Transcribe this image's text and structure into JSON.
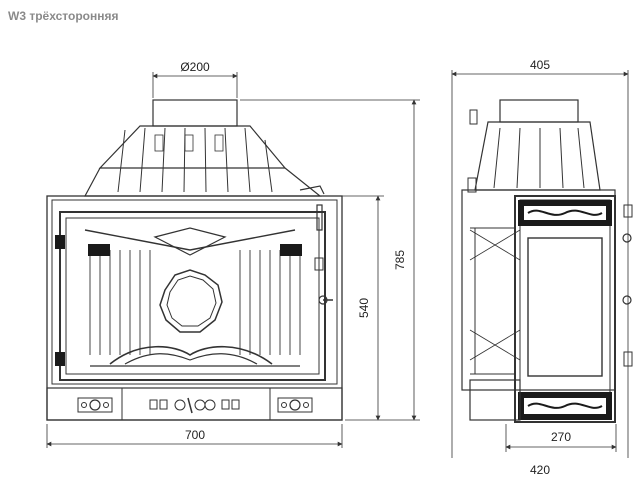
{
  "title": "W3 трёхсторонняя",
  "dimensions": {
    "flue_diameter": "Ø200",
    "front_width": "700",
    "total_height": "785",
    "door_height": "540",
    "side_depth": "405",
    "inner_depth": "270",
    "base_depth": "420"
  },
  "colors": {
    "line": "#333333",
    "fill_dark": "#1a1a1a",
    "title": "#8a8a8a"
  }
}
